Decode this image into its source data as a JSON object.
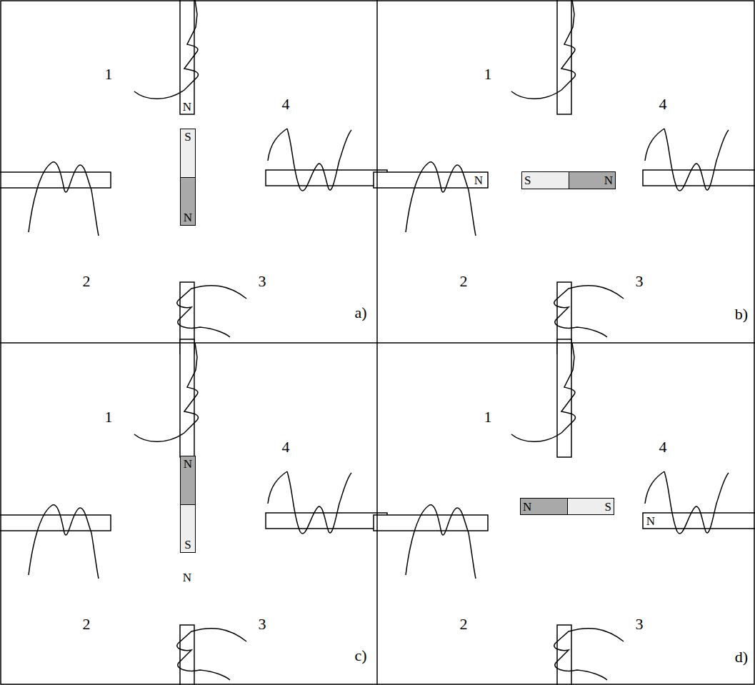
{
  "diagram": {
    "nodes": [
      {
        "text": [
          "S",
          "N"
        ]
      },
      {
        "text": [
          "S",
          "N"
        ]
      },
      {
        "text": [
          "N",
          "S"
        ]
      },
      {
        "text": [
          "N",
          "S"
        ]
      }
    ],
    "labels": [
      "1",
      "N",
      "4",
      "2",
      "3",
      "a)",
      "1",
      "4",
      "N",
      "2",
      "3",
      "b)",
      "1",
      "4",
      "2",
      "N",
      "3",
      "c)",
      "1",
      "4",
      "N",
      "2",
      "3",
      "d)"
    ]
  }
}
